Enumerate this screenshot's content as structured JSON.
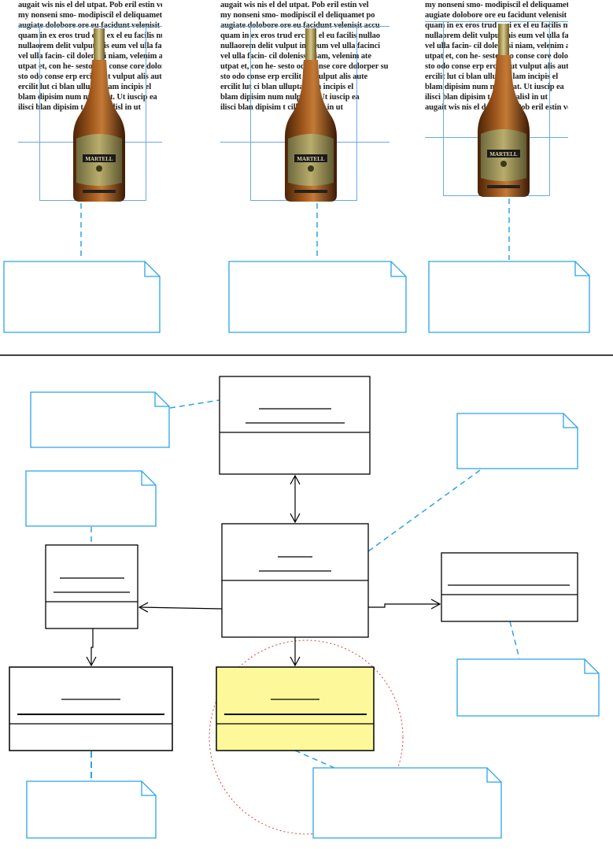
{
  "lorem_lines": [
    "augait wis nis el del utpat. Pob eril estin vel",
    "my nonseni smo- modipiscil el deliquamet po",
    "augiate dolobore ore eu facidunt velenisit accu",
    "quam in ex eros trud erci ex el eu facilis nullao",
    "nullaorem delit vulput inis eum vel ulla facinci",
    "vel ulla facin- cil dolenissi niam, velenim ate",
    "utpat et, con he- sesto odo conse core dolorper su",
    "sto odo conse erp ercilit lut vulput alis aute",
    "ercilit lut ci blan ulluptat lam incipis el",
    "blam dipisim num nulputat. Ut iuscip ea",
    "ilisci blan dipisim t cillaor alisl in ut"
  ],
  "label_brand": "MARTELL",
  "label_brand_ref": "label.brand",
  "colors": {
    "selection_box": "#6aa8e0",
    "note_border": "#2aa3e8",
    "connector": "#2aa3e8",
    "highlight_fill": "#fdf99a",
    "focus_circle": "#e04040",
    "class_border": "#000000"
  }
}
